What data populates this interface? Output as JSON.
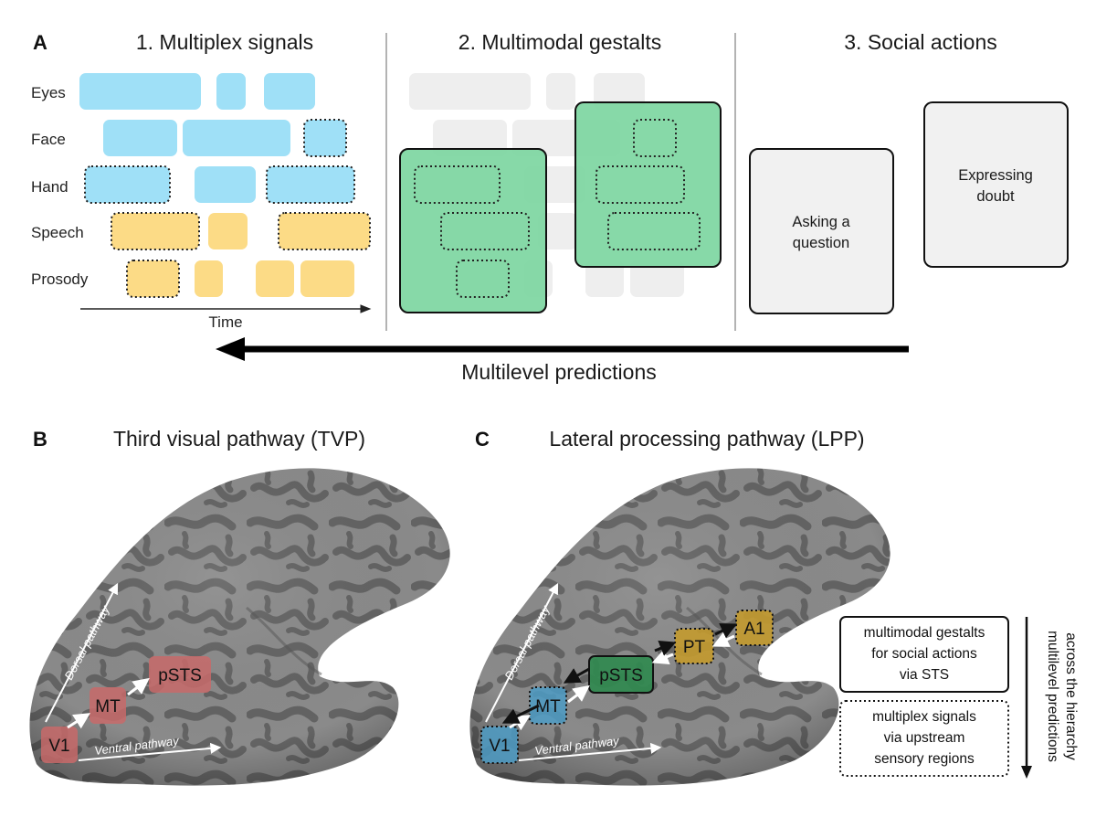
{
  "panel_a": {
    "letter": "A",
    "col1_title": "1. Multiplex signals",
    "col2_title": "2. Multimodal gestalts",
    "col3_title": "3. Social actions",
    "rows": [
      "Eyes",
      "Face",
      "Hand",
      "Speech",
      "Prosody"
    ],
    "time_label": "Time",
    "action_1": [
      "Asking a",
      "question"
    ],
    "action_2": [
      "Expressing",
      "doubt"
    ],
    "predictions_label": "Multilevel predictions",
    "colors": {
      "visual": "#9fe0f7",
      "auditory": "#fcdb86",
      "gestalt": "#7dd6a1",
      "action": "#f1f1f1"
    }
  },
  "panel_b": {
    "letter": "B",
    "title": "Third visual pathway (TVP)",
    "regions": [
      "V1",
      "MT",
      "pSTS"
    ],
    "dorsal_label": "Dorsal pathway",
    "ventral_label": "Ventral pathway"
  },
  "panel_c": {
    "letter": "C",
    "title": "Lateral processing pathway (LPP)",
    "regions": [
      "V1",
      "MT",
      "pSTS",
      "PT",
      "A1"
    ],
    "dorsal_label": "Dorsal pathway",
    "ventral_label": "Ventral pathway"
  },
  "legend": {
    "solid_box": [
      "multimodal gestalts",
      "for social actions",
      "via STS"
    ],
    "dotted_box": [
      "multiplex signals",
      "via upstream",
      "sensory regions"
    ],
    "arrow_label": [
      "multilevel predictions",
      "across the hierarchy"
    ]
  }
}
